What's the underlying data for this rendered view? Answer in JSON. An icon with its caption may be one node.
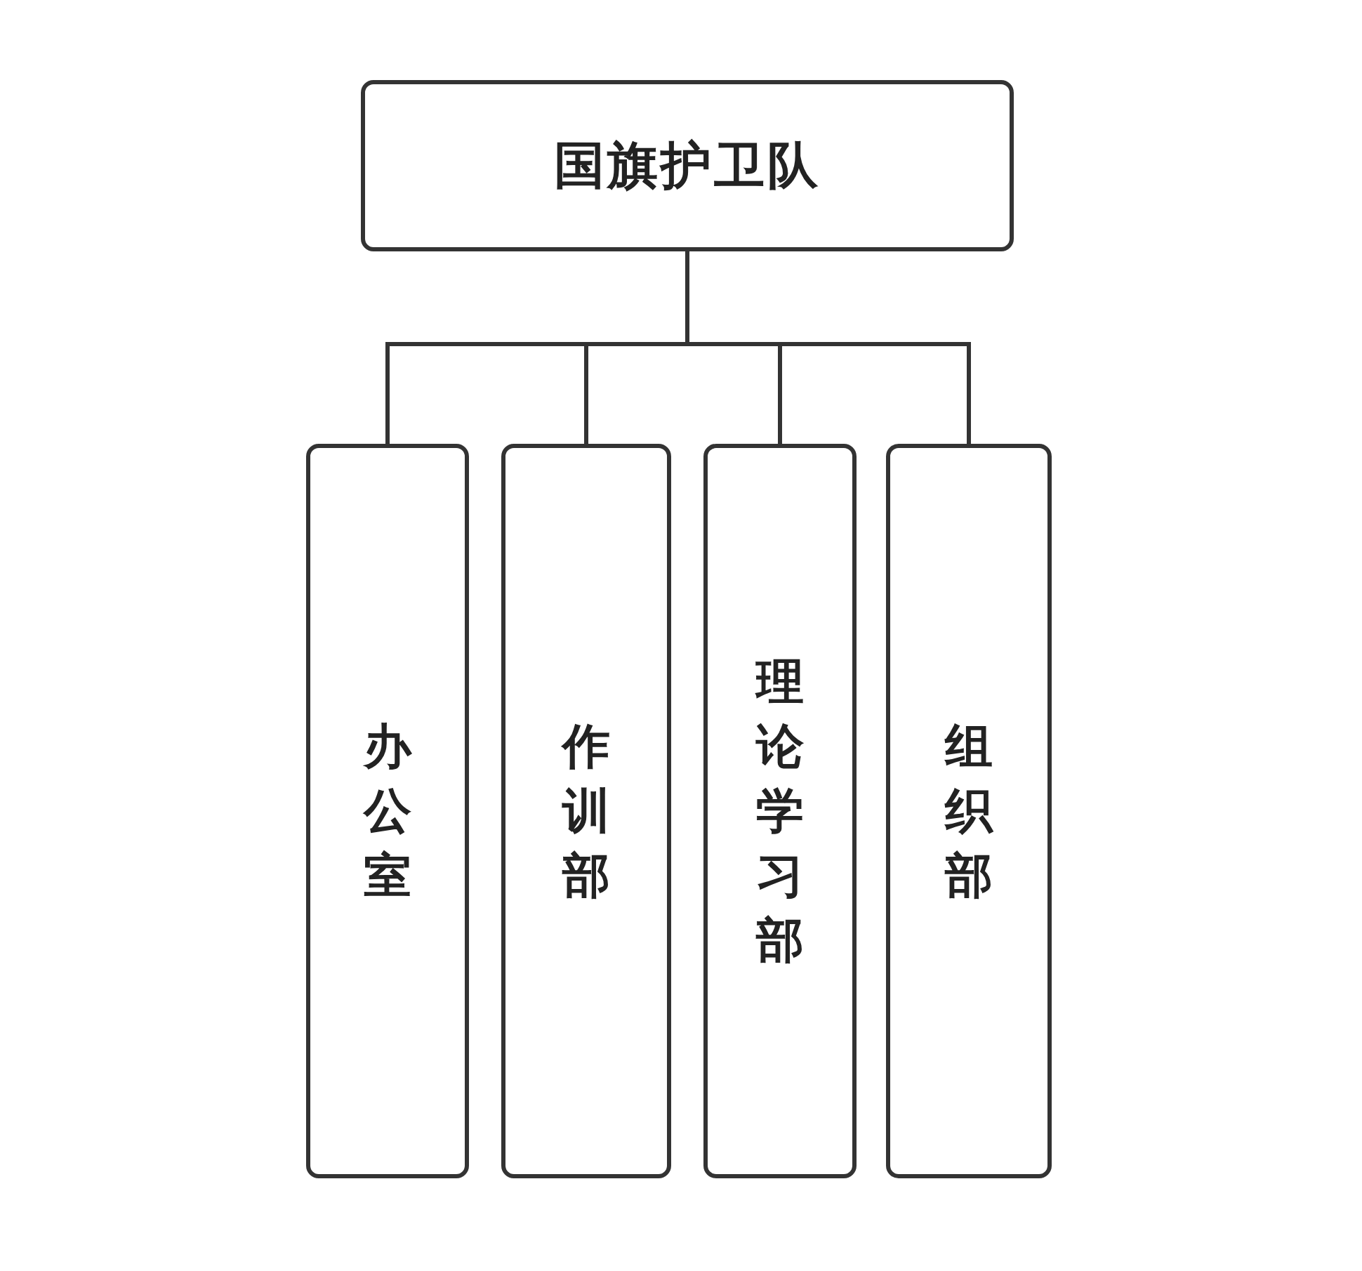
{
  "diagram": {
    "nodes": [
      {
        "text": [
          "国旗护卫队"
        ]
      },
      {
        "text": [
          "办公室"
        ]
      },
      {
        "text": [
          "作训部"
        ]
      },
      {
        "text": [
          "理论学习部"
        ]
      },
      {
        "text": [
          "组织部"
        ]
      }
    ],
    "edges": [
      {
        "from": 0,
        "to": 1,
        "arrow": "none"
      },
      {
        "from": 0,
        "to": 2,
        "arrow": "none"
      },
      {
        "from": 0,
        "to": 3,
        "arrow": "none"
      },
      {
        "from": 0,
        "to": 4,
        "arrow": "none"
      }
    ]
  }
}
